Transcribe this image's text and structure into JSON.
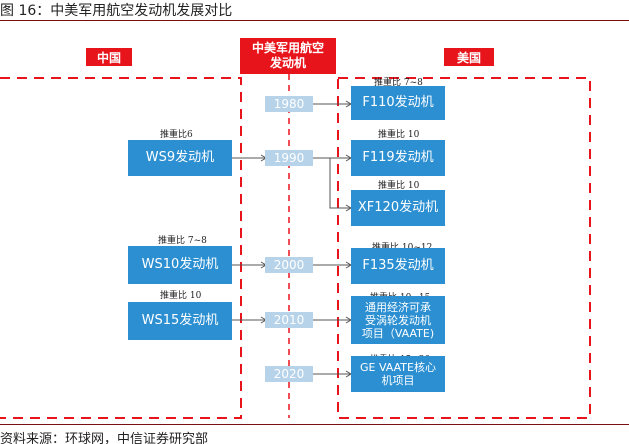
{
  "figure": {
    "title": "图 16：中美军用航空发动机发展对比",
    "source": "资料来源：环球网，中信证券研究部"
  },
  "labels": {
    "china": "中国",
    "usa": "美国",
    "center": "中美军用航空\n发动机"
  },
  "years": [
    "1980",
    "1990",
    "2000",
    "2010",
    "2020"
  ],
  "china_engines": [
    {
      "name": "WS9发动机",
      "ratio": "推重比6"
    },
    {
      "name": "WS10发动机",
      "ratio": "推重比  7~8"
    },
    {
      "name": "WS15发动机",
      "ratio": "推重比  10"
    }
  ],
  "us_engines": [
    {
      "name": "F110发动机",
      "ratio": "推重比  7~8"
    },
    {
      "name": "F119发动机",
      "ratio": "推重比  10"
    },
    {
      "name": "XF120发动机",
      "ratio": "推重比  10"
    },
    {
      "name": "F135发动机",
      "ratio": "推重比  10~12"
    },
    {
      "name": "通用经济可承\n受涡轮发动机\n项目（VAATE)",
      "ratio": "推重比  10~15"
    },
    {
      "name": "GE VAATE核心\n机项目",
      "ratio": "推重比  15~20"
    }
  ],
  "colors": {
    "accent_red": "#e8141b",
    "node_blue": "#2b8fd1",
    "year_blue": "#b7d3ea",
    "connector": "#555555"
  }
}
